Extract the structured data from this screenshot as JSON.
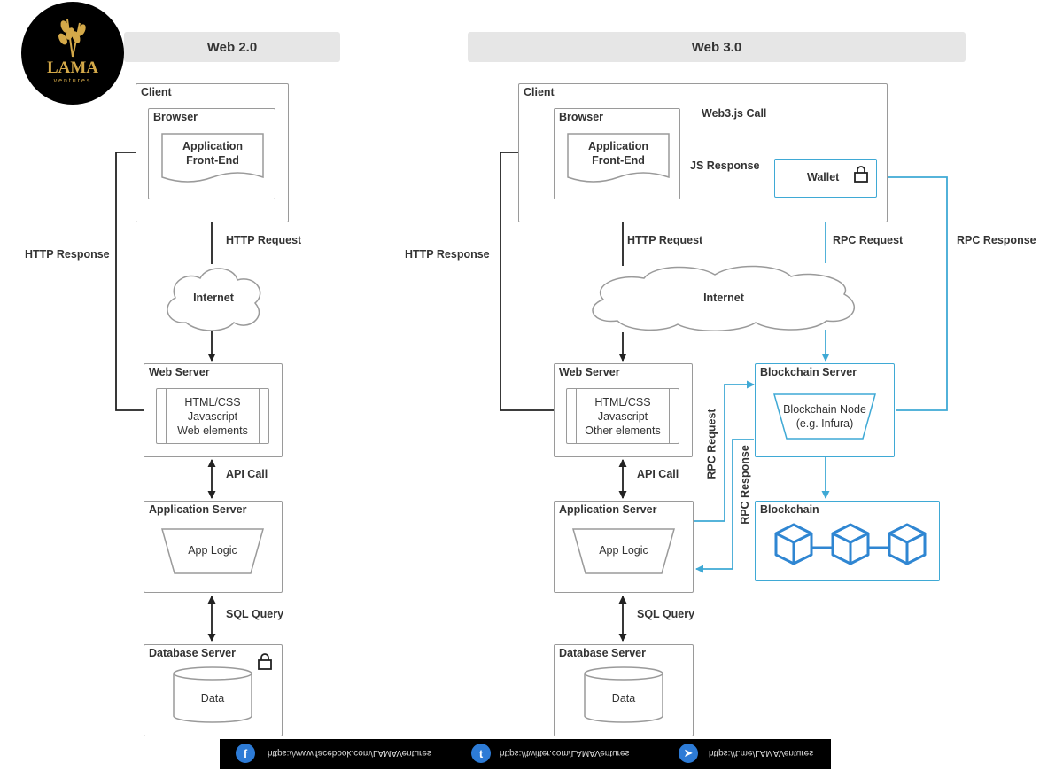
{
  "logo": {
    "name": "LAMA",
    "sub": "ventures"
  },
  "web2": {
    "title": "Web 2.0",
    "client": "Client",
    "browser": "Browser",
    "frontend": "Application\nFront-End",
    "http_request": "HTTP Request",
    "http_response": "HTTP Response",
    "internet": "Internet",
    "web_server": "Web Server",
    "web_content": "HTML/CSS\nJavascript\nWeb elements",
    "api_call": "API Call",
    "app_server": "Application Server",
    "app_logic": "App Logic",
    "sql_query": "SQL Query",
    "db_server": "Database Server",
    "data": "Data"
  },
  "web3": {
    "title": "Web 3.0",
    "client": "Client",
    "browser": "Browser",
    "frontend": "Application\nFront-End",
    "web3js_call": "Web3.js Call",
    "js_response": "JS Response",
    "wallet": "Wallet",
    "http_request": "HTTP Request",
    "http_response": "HTTP Response",
    "rpc_request": "RPC Request",
    "rpc_response": "RPC Response",
    "internet": "Internet",
    "web_server": "Web Server",
    "web_content": "HTML/CSS\nJavascript\nOther elements",
    "blockchain_server": "Blockchain Server",
    "blockchain_node": "Blockchain Node\n(e.g. Infura)",
    "rpc_request_v": "RPC Request",
    "rpc_response_v": "RPC Response",
    "api_call": "API Call",
    "app_server": "Application Server",
    "app_logic": "App Logic",
    "blockchain": "Blockchain",
    "sql_query": "SQL Query",
    "db_server": "Database Server",
    "data": "Data"
  },
  "footer": {
    "facebook": "https://www.facebook.com/LAMAVentures",
    "twitter": "https://twitter.com/LAMAVentures",
    "telegram": "https://t.me/LAMAVentures"
  },
  "colors": {
    "blue": "#3fa9d5",
    "gray": "#9a9a9a"
  }
}
